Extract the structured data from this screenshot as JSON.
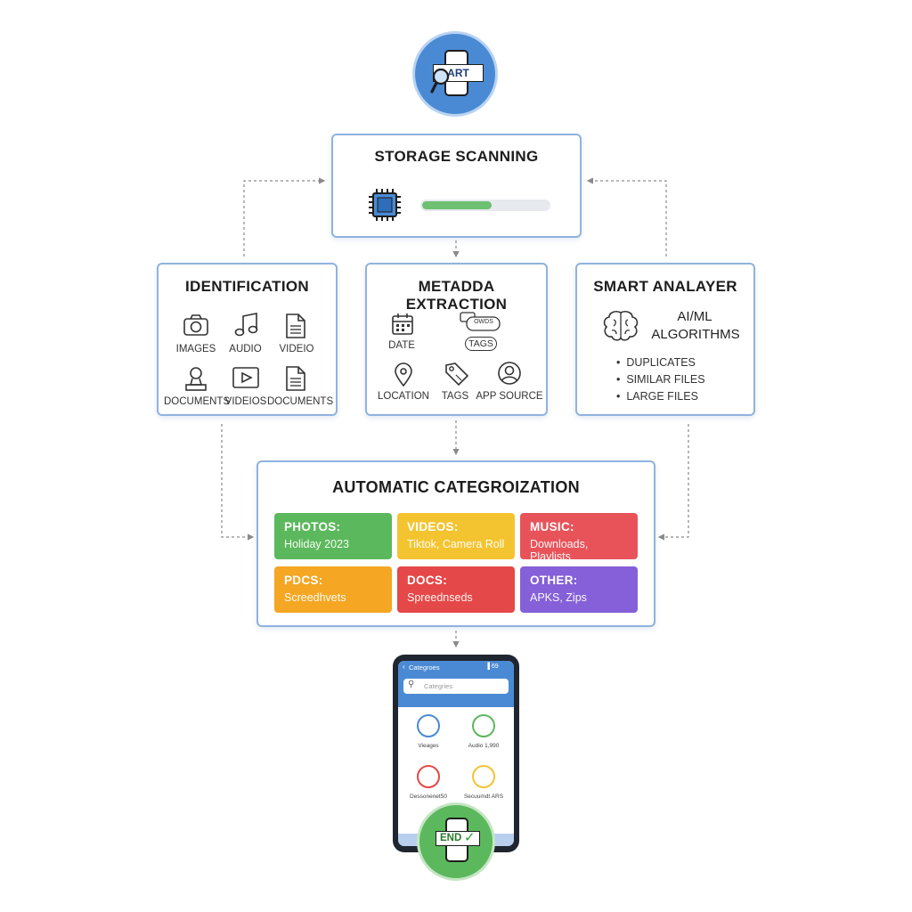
{
  "start": {
    "label": "ART"
  },
  "storage": {
    "title": "STORAGE SCANNING",
    "progress": 0.55
  },
  "identification": {
    "title": "IDENTIFICATION",
    "items": [
      "IMAGES",
      "AUDIO",
      "VIDEIO",
      "DOCUMENTS",
      "VIDEIOS",
      "DOCUMENTS"
    ]
  },
  "metadata": {
    "title": "METADDA EXTRACTION",
    "items": [
      "DATE",
      "TAGS",
      "LOCATION",
      "TAGS",
      "APP SOURCE"
    ],
    "chip_small": "OWDS"
  },
  "analyzer": {
    "title": "SMART ANALAYER",
    "heading": [
      "AI/ML",
      "ALGORITHMS"
    ],
    "bullets": [
      "DUPLICATES",
      "SIMILAR FILES",
      "LARGE FILES"
    ]
  },
  "categorization": {
    "title": "AUTOMATIC CATEGROIZATION",
    "tiles": [
      {
        "name": "PHOTOS:",
        "detail": "Holiday 2023",
        "color": "#5cb85c"
      },
      {
        "name": "VIDEOS:",
        "detail": "Tiktok, Camera Roll",
        "color": "#f4c430"
      },
      {
        "name": "MUSIC:",
        "detail": "Downloads, Playlists",
        "color": "#e8535a"
      },
      {
        "name": "PDCS:",
        "detail": "Screedhvets",
        "color": "#f5a623"
      },
      {
        "name": "DOCS:",
        "detail": "Spreednseds",
        "color": "#e54848"
      },
      {
        "name": "OTHER:",
        "detail": "APKS, Zips",
        "color": "#8560d8"
      }
    ]
  },
  "phone": {
    "header": "Categroes",
    "status": "▐ 69",
    "search_placeholder": "Categries",
    "items": [
      "Vieages",
      "Audio 1,990",
      "Dessonenet50",
      "Secuumdt ARS"
    ]
  },
  "end": {
    "label": "END"
  },
  "colors": {
    "accent_blue": "#4a8ad4",
    "end_green": "#5cb85c",
    "box_border": "#8fb3df"
  }
}
